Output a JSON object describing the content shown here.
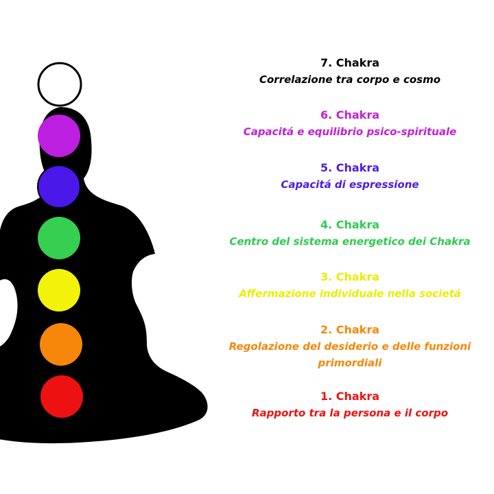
{
  "chakras": [
    {
      "number": 7,
      "title": "7. Chakra",
      "description": "Correlazione tra corpo e cosmo",
      "color": "#000000",
      "circle_fill": "#ffffff"
    },
    {
      "number": 6,
      "title": "6. Chakra",
      "description": "Capacitá e equilibrio psico-spirituale",
      "color": "#c21fd4",
      "circle_fill": "#bd1fe0"
    },
    {
      "number": 5,
      "title": "5. Chakra",
      "description": "Capacitá di espressione",
      "color": "#4b1fe0",
      "circle_fill": "#4a18e8"
    },
    {
      "number": 4,
      "title": "4. Chakra",
      "description": "Centro del sistema energetico dei Chakra",
      "color": "#2fcb4f",
      "circle_fill": "#36cf50"
    },
    {
      "number": 3,
      "title": "3. Chakra",
      "description": "Affermazione individuale nella societá",
      "color": "#ecec00",
      "circle_fill": "#f2f20a"
    },
    {
      "number": 2,
      "title": "2. Chakra",
      "description": "Regolazione del desiderio e delle funzioni primordiali",
      "color": "#f5870a",
      "circle_fill": "#f7870b"
    },
    {
      "number": 1,
      "title": "1. Chakra",
      "description": "Rapporto tra la persona e il corpo",
      "color": "#ee1111",
      "circle_fill": "#ee1111"
    }
  ],
  "silhouette_color": "#000000",
  "background_color": "#ffffff"
}
